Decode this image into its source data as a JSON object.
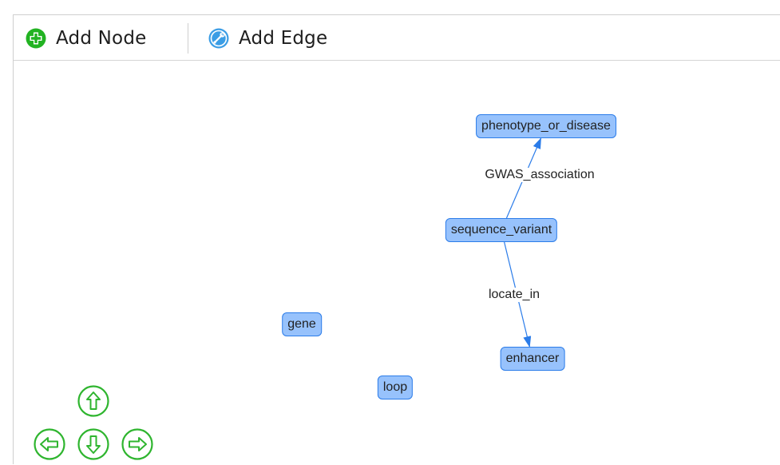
{
  "toolbar": {
    "add_node_label": "Add Node",
    "add_node_icon": "plus-circle-icon",
    "add_edge_label": "Add Edge",
    "add_edge_icon": "connect-edge-icon"
  },
  "colors": {
    "node_fill": "#97c2fc",
    "node_border": "#2b7ce9",
    "edge": "#2b7ce9",
    "nav_green": "#2fb52f",
    "add_node_green": "#22b322",
    "add_edge_blue": "#3b9de5"
  },
  "graph": {
    "nodes": [
      {
        "id": "phenotype_or_disease",
        "label": "phenotype_or_disease"
      },
      {
        "id": "sequence_variant",
        "label": "sequence_variant"
      },
      {
        "id": "enhancer",
        "label": "enhancer"
      },
      {
        "id": "gene",
        "label": "gene"
      },
      {
        "id": "loop",
        "label": "loop"
      }
    ],
    "edges": [
      {
        "from": "sequence_variant",
        "to": "phenotype_or_disease",
        "label": "GWAS_association"
      },
      {
        "from": "sequence_variant",
        "to": "enhancer",
        "label": "locate_in"
      }
    ]
  },
  "navigation": {
    "up": "arrow-up-icon",
    "left": "arrow-left-icon",
    "down": "arrow-down-icon",
    "right": "arrow-right-icon"
  }
}
